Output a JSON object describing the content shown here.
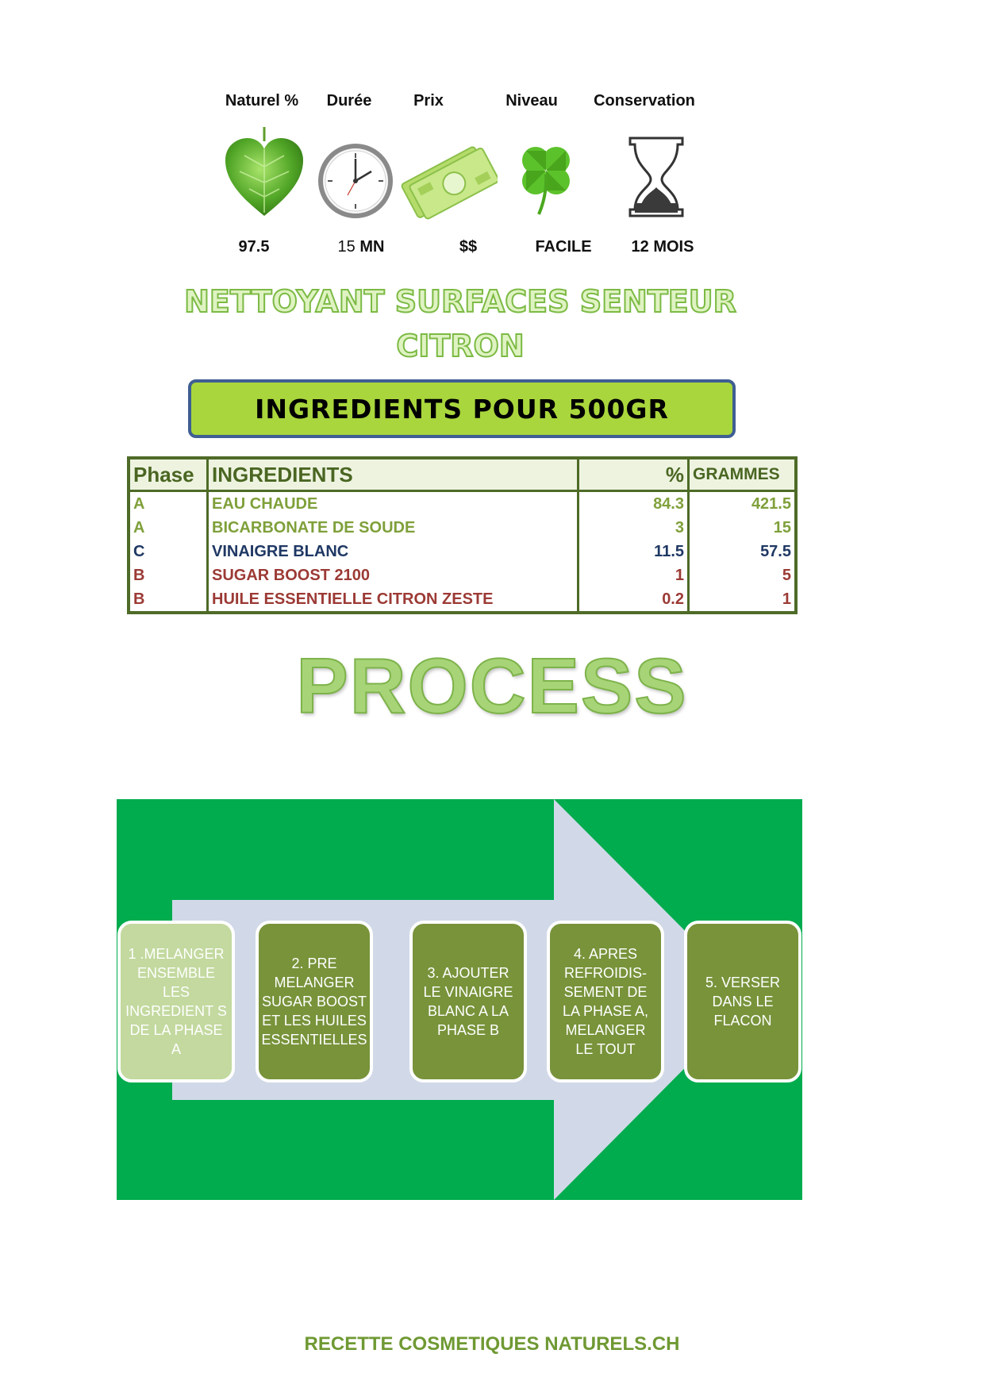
{
  "stats": [
    {
      "label": "Naturel %",
      "icon": "leaf-heart-icon",
      "value": "97.5"
    },
    {
      "label": "Durée",
      "icon": "clock-icon",
      "value_plain": "15",
      "value_bold": " MN"
    },
    {
      "label": "Prix",
      "icon": "money-icon",
      "value": "$$"
    },
    {
      "label": "Niveau",
      "icon": "clover-icon",
      "value": "FACILE"
    },
    {
      "label": "Conservation",
      "icon": "hourglass-icon",
      "value": "12 MOIS"
    }
  ],
  "title_line1": "NETTOYANT SURFACES SENTEUR",
  "title_line2": "CITRON",
  "ingredients_banner": "INGREDIENTS POUR 500GR",
  "table": {
    "headers": {
      "phase": "Phase",
      "ingredients": "INGREDIENTS",
      "percent": "%",
      "grams": "GRAMMES"
    },
    "rows": [
      {
        "phase": "A",
        "name": "EAU CHAUDE",
        "percent": "84.3",
        "grams": "421.5",
        "color": "#7fa03a"
      },
      {
        "phase": "A",
        "name": "BICARBONATE DE SOUDE",
        "percent": "3",
        "grams": "15",
        "color": "#7fa03a"
      },
      {
        "phase": "C",
        "name": "VINAIGRE BLANC",
        "percent": "11.5",
        "grams": "57.5",
        "color": "#1f3864"
      },
      {
        "phase": "B",
        "name": "SUGAR BOOST 2100",
        "percent": "1",
        "grams": "5",
        "color": "#9c3a35"
      },
      {
        "phase": "B",
        "name": "HUILE ESSENTIELLE CITRON ZESTE",
        "percent": "0.2",
        "grams": "1",
        "color": "#9c3a35"
      }
    ]
  },
  "process_title": "PROCESS",
  "steps": [
    "1 .MELANGER ENSEMBLE LES INGREDIENT S DE LA PHASE A",
    "2. PRE MELANGER SUGAR BOOST ET LES HUILES ESSENTIELLES",
    "3. AJOUTER LE VINAIGRE BLANC A LA PHASE B",
    "4. APRES REFROIDIS-SEMENT DE LA PHASE A, MELANGER LE TOUT",
    "5. VERSER DANS LE FLACON"
  ],
  "footer": "RECETTE COSMETIQUES NATURELS.CH",
  "colors": {
    "accent_green": "#00ac4e",
    "banner_green": "#a9d63c",
    "table_border": "#4e6b27"
  }
}
